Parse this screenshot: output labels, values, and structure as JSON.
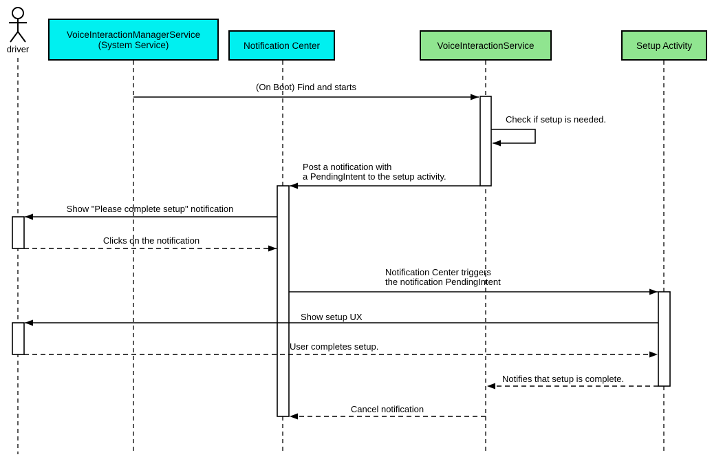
{
  "diagram_type": "uml-sequence-diagram",
  "colors": {
    "participant_cyan": "#00F0F0",
    "participant_green": "#90E590",
    "line": "#000000",
    "background": "#FFFFFF"
  },
  "actor": {
    "label": "driver"
  },
  "participants": [
    {
      "label": "VoiceInteractionManagerService\n(System Service)",
      "fill": "#00F0F0"
    },
    {
      "label": "Notification Center",
      "fill": "#00F0F0"
    },
    {
      "label": "VoiceInteractionService",
      "fill": "#90E590"
    },
    {
      "label": "Setup Activity",
      "fill": "#90E590"
    }
  ],
  "messages": [
    {
      "label": "(On Boot) Find and starts",
      "from": "VoiceInteractionManagerService (System Service)",
      "to": "VoiceInteractionService",
      "line": "solid"
    },
    {
      "label": "Check if setup is needed.",
      "from": "VoiceInteractionService",
      "to": "VoiceInteractionService",
      "line": "solid"
    },
    {
      "label": "Post a notification with\na PendingIntent to the setup activity.",
      "from": "VoiceInteractionService",
      "to": "Notification Center",
      "line": "solid"
    },
    {
      "label": "Show \"Please complete setup\" notification",
      "from": "Notification Center",
      "to": "driver",
      "line": "solid"
    },
    {
      "label": "Clicks on the notification",
      "from": "driver",
      "to": "Notification Center",
      "line": "dashed"
    },
    {
      "label": "Notification Center triggers\nthe notification PendingIntent",
      "from": "Notification Center",
      "to": "Setup Activity",
      "line": "solid"
    },
    {
      "label": "Show setup UX",
      "from": "Setup Activity",
      "to": "driver",
      "line": "solid"
    },
    {
      "label": "User completes setup.",
      "from": "driver",
      "to": "Setup Activity",
      "line": "dashed"
    },
    {
      "label": "Notifies that setup is complete.",
      "from": "Setup Activity",
      "to": "VoiceInteractionService",
      "line": "dashed"
    },
    {
      "label": "Cancel notification",
      "from": "VoiceInteractionService",
      "to": "Notification Center",
      "line": "dashed"
    }
  ]
}
